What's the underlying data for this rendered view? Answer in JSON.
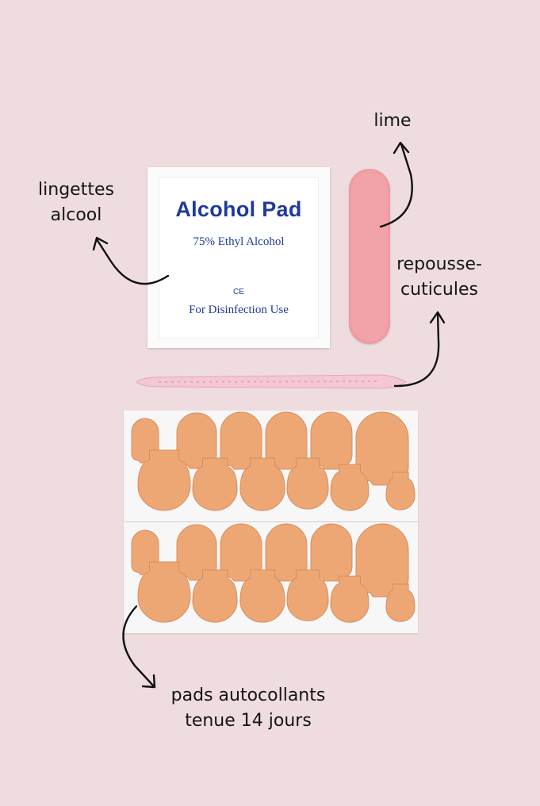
{
  "labels": {
    "lingettes_line1": "lingettes",
    "lingettes_line2": "alcool",
    "lime": "lime",
    "repousse_line1": "repousse-",
    "repousse_line2": "cuticules",
    "pads_line1": "pads autocollants",
    "pads_line2": "tenue 14 jours"
  },
  "packet": {
    "title": "Alcohol  Pad",
    "subtitle": "75% Ethyl Alcohol",
    "mark": "CE",
    "usage": "For Disinfection Use"
  },
  "colors": {
    "background": "#eedcdf",
    "packet_text": "#1f3a9a",
    "nail_file": "#f2a3a9",
    "pads": "#eda775"
  }
}
